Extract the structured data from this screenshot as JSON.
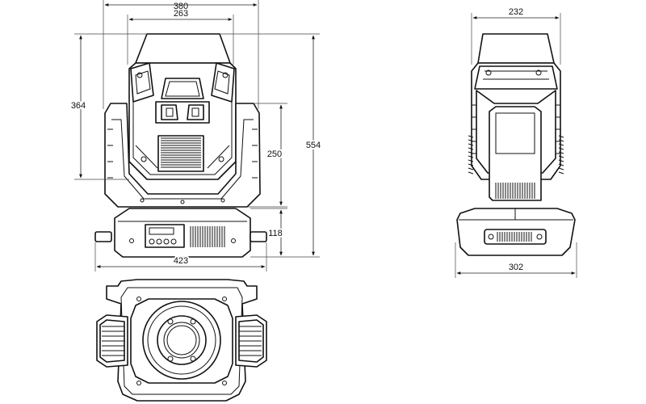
{
  "dimensions": {
    "front_view": {
      "top_width": "380",
      "inner_top_width": "263",
      "head_height": "364",
      "yoke_height": "250",
      "total_height": "554",
      "base_height": "118",
      "base_width": "423"
    },
    "side_view": {
      "head_depth": "232",
      "base_depth": "302"
    }
  },
  "colors": {
    "line": "#111111",
    "background": "#ffffff"
  }
}
